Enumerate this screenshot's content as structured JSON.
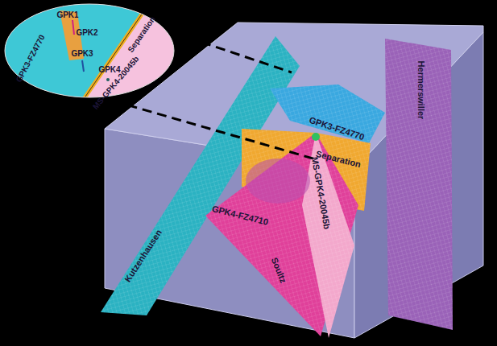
{
  "diagram": {
    "nodes": [
      {
        "text": [
          "GPK1",
          "GPK2",
          "GPK3",
          "GPK4",
          "GPK3-FZ4770",
          "Separation",
          "MS-GPK4-20045b"
        ]
      }
    ],
    "labels": [
      "Kutzenhausen",
      "GPK3-FZ4770",
      "Separation",
      "Hermerswiller",
      "GPK4-FZ4710",
      "MS-GPK4-20045b",
      "Soultz"
    ]
  }
}
